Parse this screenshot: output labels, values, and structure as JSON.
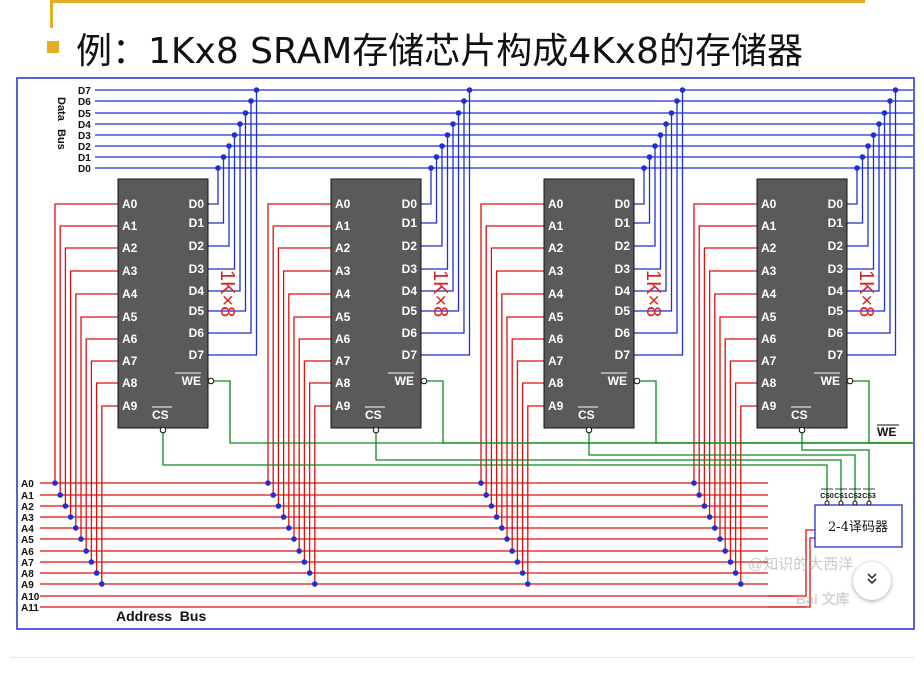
{
  "title": "例：1Kx8 SRAM存储芯片构成4Kx8的存储器",
  "data_bus": {
    "label_line1": "Data",
    "label_line2": "Bus",
    "lines": [
      "D7",
      "D6",
      "D5",
      "D4",
      "D3",
      "D2",
      "D1",
      "D0"
    ]
  },
  "address_bus": {
    "label": "Address  Bus",
    "lines": [
      "A0",
      "A1",
      "A2",
      "A3",
      "A4",
      "A5",
      "A6",
      "A7",
      "A8",
      "A9",
      "A10",
      "A11"
    ]
  },
  "chip": {
    "addr_pins": [
      "A0",
      "A1",
      "A2",
      "A3",
      "A4",
      "A5",
      "A6",
      "A7",
      "A8",
      "A9"
    ],
    "data_pins": [
      "D0",
      "D1",
      "D2",
      "D3",
      "D4",
      "D5",
      "D6",
      "D7"
    ],
    "we": "WE",
    "cs": "CS",
    "size_label": "1K×8",
    "count": 4
  },
  "we_label": "WE",
  "decoder": {
    "label": "2-4译码器",
    "outputs": [
      "CS0",
      "CS1",
      "CS2",
      "CS3"
    ]
  },
  "watermark": {
    "text": "@知识的大西洋",
    "brand": "Bai 文库"
  },
  "colors": {
    "accent": "#e0b020",
    "chip": "#5a5a5a",
    "data_bus": "#1f2fd0",
    "address_bus": "#e01010",
    "control": "#0a8a1a",
    "size_label": "#e02020",
    "frame": "#1f2fd0"
  },
  "icons": {
    "scroll": "chevron-double-down-icon"
  }
}
